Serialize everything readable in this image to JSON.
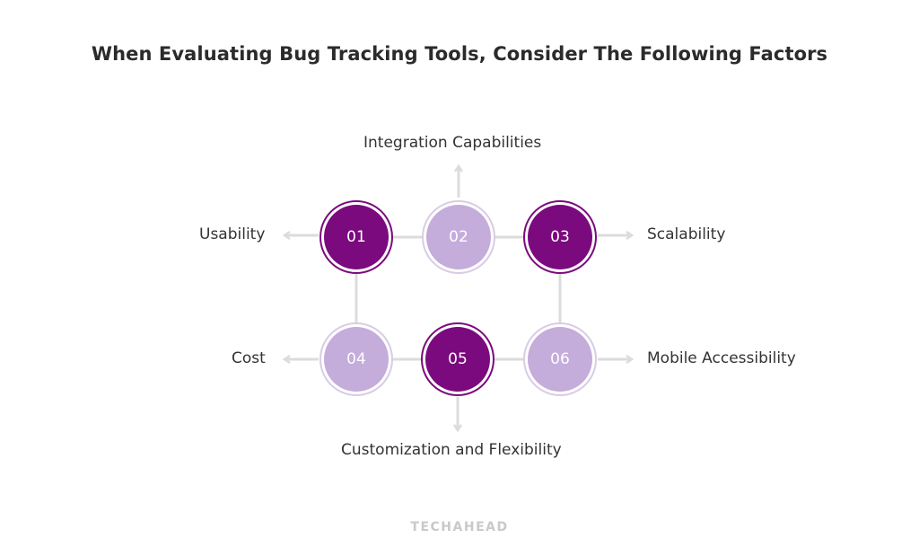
{
  "title": "When Evaluating Bug Tracking Tools, Consider The Following Factors",
  "colors": {
    "dark": "#7a0a7d",
    "light": "#c4acdb",
    "connector": "#dcdcdc"
  },
  "nodes": [
    {
      "num": "01",
      "label": "Usability",
      "style": "dark"
    },
    {
      "num": "02",
      "label": "Integration Capabilities",
      "style": "light"
    },
    {
      "num": "03",
      "label": "Scalability",
      "style": "dark"
    },
    {
      "num": "04",
      "label": "Cost",
      "style": "light"
    },
    {
      "num": "05",
      "label": "Customization and Flexibility",
      "style": "dark"
    },
    {
      "num": "06",
      "label": "Mobile Accessibility",
      "style": "light"
    }
  ],
  "logo": "TECHAHEAD"
}
